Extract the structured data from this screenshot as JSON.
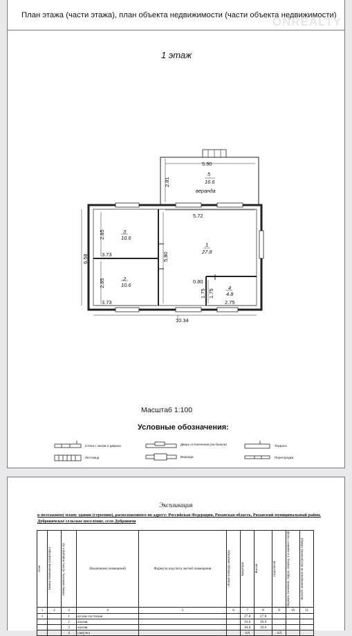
{
  "header": {
    "title": "План этажа (части этажа), план объекта недвижимости (части объекта недвижимости)",
    "watermark": "ONREALTY"
  },
  "floor": {
    "title": "1 этаж"
  },
  "rooms": [
    {
      "number": "5",
      "area": "16.6",
      "name": "веранда"
    },
    {
      "number": "3",
      "area": "10.6"
    },
    {
      "number": "1",
      "area": "27.8"
    },
    {
      "number": "2",
      "area": "10.6"
    },
    {
      "number": "4",
      "area": "4.8"
    }
  ],
  "dimensions": {
    "veranda_width": "5.90",
    "veranda_depth": "2.81",
    "living_width": "5.72",
    "total_depth": "6.58",
    "room3_depth": "2.85",
    "room3_width": "3.73",
    "room2_depth": "2.85",
    "room2_width": "3.73",
    "partition": "5.80",
    "bath_offset": "0.80",
    "bath_depth": "1.75",
    "bath_depth2": "1.75",
    "bath_width": "2.75",
    "total_width": "10.34"
  },
  "scale": "Масштаб 1:100",
  "legend": {
    "title": "Условные обозначения:",
    "items": [
      "Стена с окном и дверью",
      "Дверь остекленная (на балкон)",
      "Терраса",
      "Лестница",
      "Веранда",
      "Перегородка"
    ]
  },
  "explication": {
    "title": "Экспликация",
    "subtitle": "к поэтажному плану здания (строения), расположенного по адресу: Российская Федерация, Рязанская область, Рязанский муниципальный район, Дубровичское сельское поселение, село Дубровичи",
    "headers": [
      "Этаж",
      "Номер помещения (квартиры)",
      "Номер комнаты, кухни, коридор и пр.",
      "Назначение помещений",
      "Формула подсчета частей помещения",
      "Общая площадь квартиры",
      "Квартиры",
      "Жилая",
      "Подсобная",
      "Лоджий, балконов, террас, веранд, в кладовых с коэф.",
      "Высота помещений по внутреннему обмеру"
    ],
    "column_numbers": [
      "1",
      "2",
      "3",
      "4",
      "5",
      "6",
      "7",
      "8",
      "9",
      "10",
      "11"
    ],
    "rows": [
      {
        "floor": "1",
        "room": "1",
        "name": "кухня-гостиная",
        "total": "27.8",
        "living": "27.8",
        "aux": ""
      },
      {
        "floor": "",
        "room": "2",
        "name": "жилая",
        "total": "10.6",
        "living": "10.6",
        "aux": ""
      },
      {
        "floor": "",
        "room": "3",
        "name": "жилая",
        "total": "10.6",
        "living": "10.6",
        "aux": ""
      },
      {
        "floor": "",
        "room": "4",
        "name": "санузел",
        "total": "4.8",
        "living": "",
        "aux": "4.8"
      }
    ]
  }
}
